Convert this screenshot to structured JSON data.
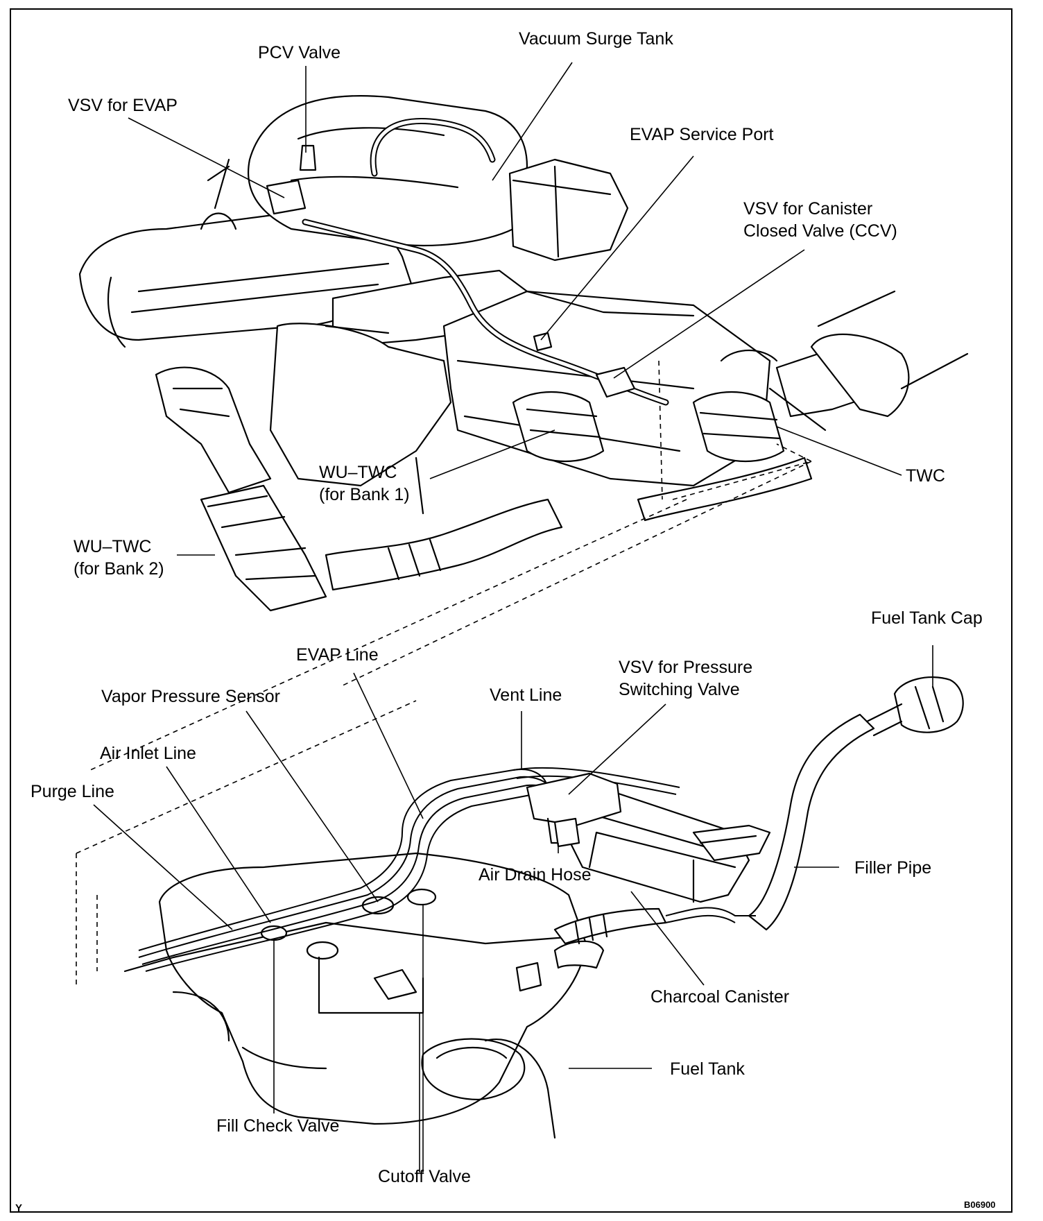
{
  "labels": {
    "pcv_valve": "PCV Valve",
    "vacuum_surge_tank": "Vacuum Surge Tank",
    "vsv_for_evap": "VSV for EVAP",
    "evap_service_port": "EVAP Service Port",
    "vsv_ccv": "VSV for Canister\nClosed Valve (CCV)",
    "wu_twc_bank1": "WU–TWC\n(for Bank 1)",
    "twc": "TWC",
    "wu_twc_bank2": "WU–TWC\n(for Bank 2)",
    "fuel_tank_cap": "Fuel Tank Cap",
    "evap_line": "EVAP Line",
    "vsv_pressure": "VSV for Pressure\nSwitching Valve",
    "vapor_pressure_sensor": "Vapor Pressure Sensor",
    "vent_line": "Vent Line",
    "air_inlet_line": "Air Inlet Line",
    "purge_line": "Purge Line",
    "air_drain_hose": "Air Drain Hose",
    "filler_pipe": "Filler Pipe",
    "charcoal_canister": "Charcoal Canister",
    "fuel_tank": "Fuel Tank",
    "fill_check_valve": "Fill Check Valve",
    "cutoff_valve": "Cutoff Valve"
  },
  "corner": {
    "left_mark": "Y",
    "figure_code": "B06900"
  }
}
